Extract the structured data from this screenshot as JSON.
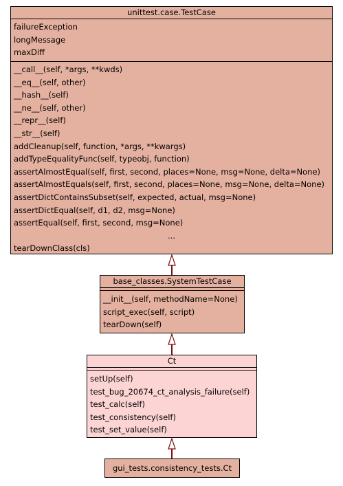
{
  "testcase": {
    "title": "unittest.case.TestCase",
    "attributes": [
      "failureException",
      "longMessage",
      "maxDiff"
    ],
    "methods": [
      "__call__(self, *args, **kwds)",
      "__eq__(self, other)",
      "__hash__(self)",
      "__ne__(self, other)",
      "__repr__(self)",
      "__str__(self)",
      "addCleanup(self, function, *args, **kwargs)",
      "addTypeEqualityFunc(self, typeobj, function)",
      "assertAlmostEqual(self, first, second, places=None, msg=None, delta=None)",
      "assertAlmostEquals(self, first, second, places=None, msg=None, delta=None)",
      "assertDictContainsSubset(self, expected, actual, msg=None)",
      "assertDictEqual(self, d1, d2, msg=None)",
      "assertEqual(self, first, second, msg=None)"
    ],
    "ellipsis": "...",
    "last_method": "tearDownClass(cls)",
    "color": "#e4b0a0"
  },
  "systemtestcase": {
    "title": "base_classes.SystemTestCase",
    "methods": [
      "__init__(self, methodName=None)",
      "script_exec(self, script)",
      "tearDown(self)"
    ],
    "color": "#e4b0a0"
  },
  "ct": {
    "title": "Ct",
    "methods": [
      "setUp(self)",
      "test_bug_20674_ct_analysis_failure(self)",
      "test_calc(self)",
      "test_consistency(self)",
      "test_set_value(self)"
    ],
    "color": "#fdd4d4"
  },
  "consistency": {
    "title": "gui_tests.consistency_tests.Ct",
    "color": "#e4b0a0"
  },
  "edge_color": "#7d0f0f"
}
